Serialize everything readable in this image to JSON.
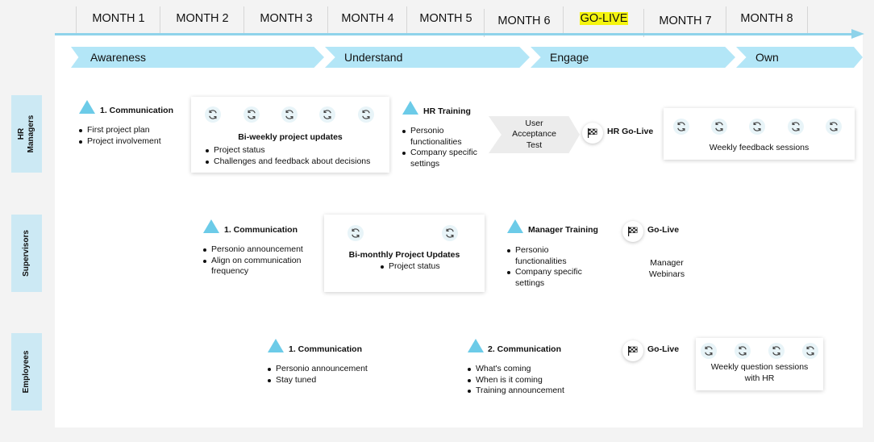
{
  "months": [
    "MONTH 1",
    "MONTH 2",
    "MONTH 3",
    "MONTH 4",
    "MONTH 5",
    "MONTH 6",
    "GO-LIVE",
    "MONTH 7",
    "MONTH 8"
  ],
  "phases": [
    "Awareness",
    "Understand",
    "Engage",
    "Own"
  ],
  "lanes": {
    "hr": "HR\nManagers",
    "sup": "Supervisors",
    "emp": "Employees"
  },
  "hr": {
    "comm": {
      "title": "1. Communication",
      "items": [
        "First project plan",
        "Project involvement"
      ]
    },
    "biweekly": {
      "title": "Bi-weekly project updates",
      "items": [
        "Project status",
        "Challenges and feedback about decisions"
      ]
    },
    "training": {
      "title": "HR Training",
      "items": [
        "Personio functionalities",
        "Company specific settings"
      ]
    },
    "uat": "User Acceptance Test",
    "golive": "HR Go-Live",
    "feedback": "Weekly feedback sessions"
  },
  "sup": {
    "comm": {
      "title": "1. Communication",
      "items": [
        "Personio announcement",
        "Align on communication frequency"
      ]
    },
    "bimonthly": {
      "title": "Bi-monthly Project Updates",
      "items": [
        "Project status"
      ]
    },
    "training": {
      "title": "Manager Training",
      "items": [
        "Personio functionalities",
        "Company specific settings"
      ]
    },
    "golive": "Go-Live",
    "webinars": "Manager Webinars"
  },
  "emp": {
    "comm1": {
      "title": "1. Communication",
      "items": [
        "Personio announcement",
        "Stay tuned"
      ]
    },
    "comm2": {
      "title": "2. Communication",
      "items": [
        "What's coming",
        "When is it coming",
        "Training announcement"
      ]
    },
    "golive": "Go-Live",
    "questions": "Weekly question sessions with HR"
  },
  "colors": {
    "accent": "#8fd3ea",
    "phase": "#b3e6f7",
    "lane": "#cce9f4",
    "triangle": "#6ccbe8",
    "highlight": "#f5f50f"
  }
}
